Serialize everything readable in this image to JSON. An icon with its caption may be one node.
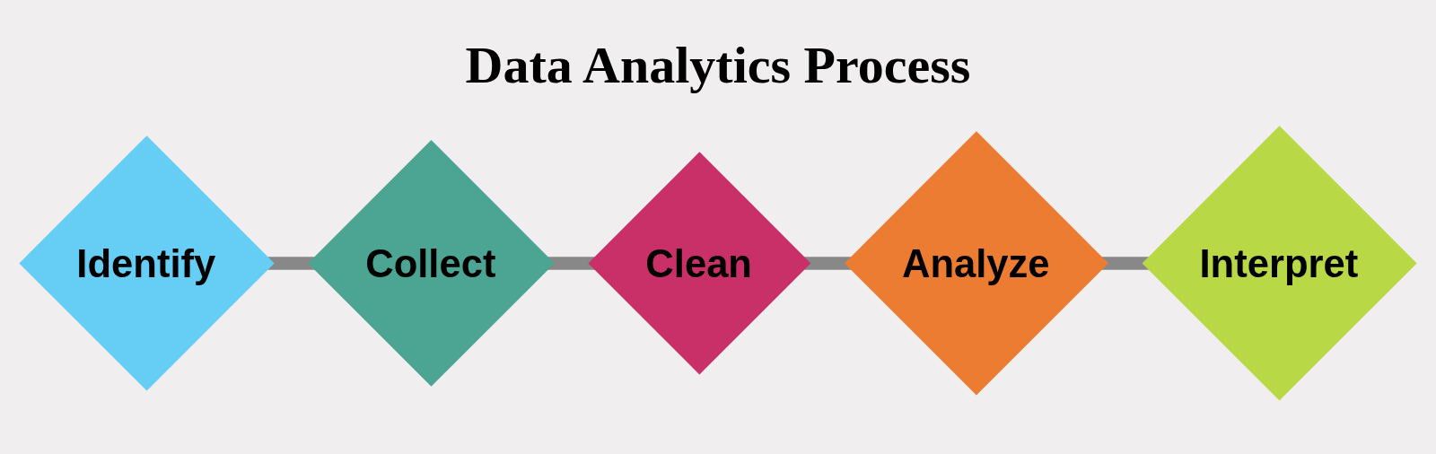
{
  "diagram": {
    "title": "Data Analytics Process",
    "nodes": [
      {
        "text": [
          "Identify"
        ]
      },
      {
        "text": [
          "Collect"
        ]
      },
      {
        "text": [
          "Clean"
        ]
      },
      {
        "text": [
          "Analyze"
        ]
      },
      {
        "text": [
          "Interpret"
        ]
      }
    ],
    "edges": [
      {
        "from": 0,
        "to": 1,
        "arrow": "none"
      },
      {
        "from": 1,
        "to": 2,
        "arrow": "none"
      },
      {
        "from": 2,
        "to": 3,
        "arrow": "none"
      },
      {
        "from": 3,
        "to": 4,
        "arrow": "none"
      }
    ]
  }
}
